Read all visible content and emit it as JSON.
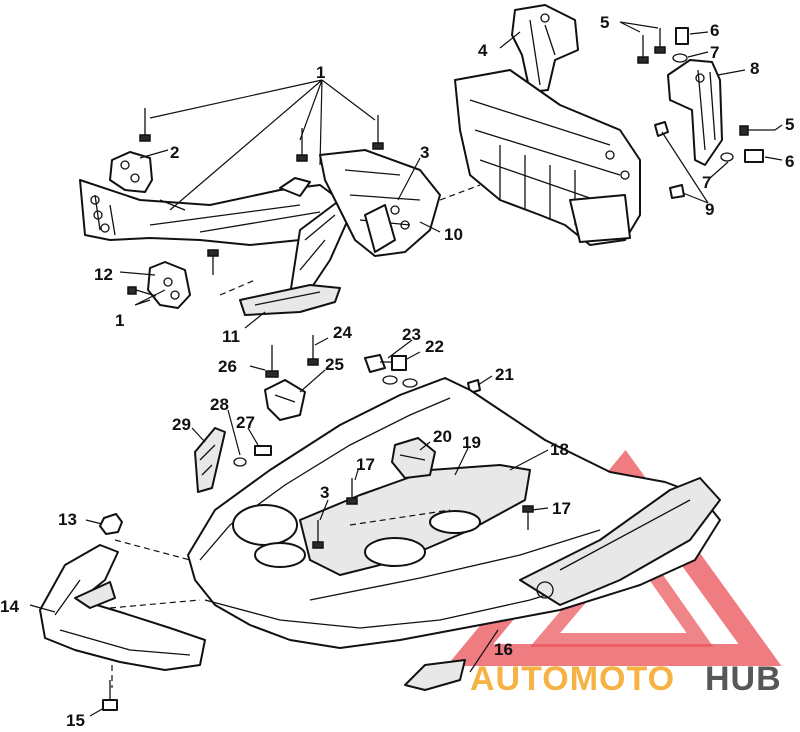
{
  "callouts": [
    {
      "id": "c1a",
      "label": "1"
    },
    {
      "id": "c1b",
      "label": "1"
    },
    {
      "id": "c2",
      "label": "2"
    },
    {
      "id": "c3a",
      "label": "3"
    },
    {
      "id": "c3b",
      "label": "3"
    },
    {
      "id": "c4",
      "label": "4"
    },
    {
      "id": "c5a",
      "label": "5"
    },
    {
      "id": "c5b",
      "label": "5"
    },
    {
      "id": "c6a",
      "label": "6"
    },
    {
      "id": "c6b",
      "label": "6"
    },
    {
      "id": "c7a",
      "label": "7"
    },
    {
      "id": "c7b",
      "label": "7"
    },
    {
      "id": "c8",
      "label": "8"
    },
    {
      "id": "c9",
      "label": "9"
    },
    {
      "id": "c10",
      "label": "10"
    },
    {
      "id": "c11",
      "label": "11"
    },
    {
      "id": "c12",
      "label": "12"
    },
    {
      "id": "c13",
      "label": "13"
    },
    {
      "id": "c14",
      "label": "14"
    },
    {
      "id": "c15",
      "label": "15"
    },
    {
      "id": "c16",
      "label": "16"
    },
    {
      "id": "c17a",
      "label": "17"
    },
    {
      "id": "c17b",
      "label": "17"
    },
    {
      "id": "c18",
      "label": "18"
    },
    {
      "id": "c19",
      "label": "19"
    },
    {
      "id": "c20",
      "label": "20"
    },
    {
      "id": "c21",
      "label": "21"
    },
    {
      "id": "c22",
      "label": "22"
    },
    {
      "id": "c23",
      "label": "23"
    },
    {
      "id": "c24",
      "label": "24"
    },
    {
      "id": "c25",
      "label": "25"
    },
    {
      "id": "c26",
      "label": "26"
    },
    {
      "id": "c27",
      "label": "27"
    },
    {
      "id": "c28",
      "label": "28"
    },
    {
      "id": "c29",
      "label": "29"
    }
  ],
  "watermark": {
    "brand_part1": "AUTOMOTO",
    "brand_part2": "HUB",
    "color_primary": "#e5333a",
    "color_secondary": "#f5a623",
    "color_dark": "#3a3a3a"
  }
}
